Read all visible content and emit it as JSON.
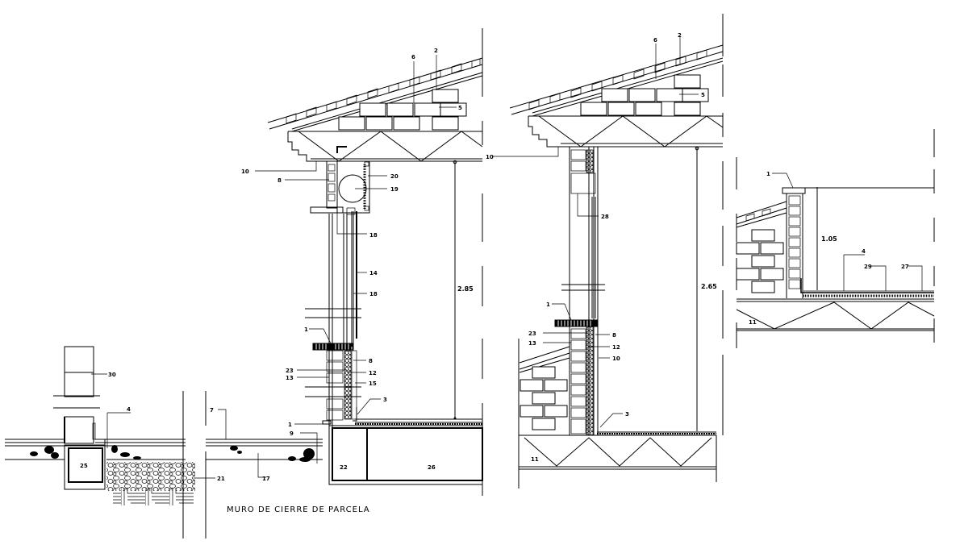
{
  "drawing": {
    "title": "MURO DE CIERRE DE PARCELA",
    "background": "#ffffff",
    "line_color": "#000000"
  },
  "section_left": {
    "dimension_height": "2.85",
    "labels": {
      "l2": "2",
      "l6": "6",
      "l5": "5",
      "l10": "10",
      "l8a": "8",
      "l20": "20",
      "l19": "19",
      "l18a": "18",
      "l14": "14",
      "l18b": "18",
      "l1a": "1",
      "l23": "23",
      "l13": "13",
      "l8b": "8",
      "l12": "12",
      "l15": "15",
      "l3": "3",
      "l1b": "1",
      "l9": "9",
      "l22": "22",
      "l26": "26"
    }
  },
  "fence_wall": {
    "labels": {
      "l30": "30",
      "l4": "4",
      "l25": "25",
      "l7": "7",
      "l21": "21",
      "l17": "17"
    }
  },
  "section_middle": {
    "dimension_height": "2.65",
    "labels": {
      "l6": "6",
      "l2": "2",
      "l5": "5",
      "l10a": "10",
      "l28": "28",
      "l1": "1",
      "l23": "23",
      "l13": "13",
      "l8": "8",
      "l12": "12",
      "l10b": "10",
      "l3": "3",
      "l11": "11"
    }
  },
  "section_right": {
    "dimension_height": "1.05",
    "labels": {
      "l1": "1",
      "l4": "4",
      "l29": "29",
      "l27": "27",
      "l11": "11"
    }
  }
}
